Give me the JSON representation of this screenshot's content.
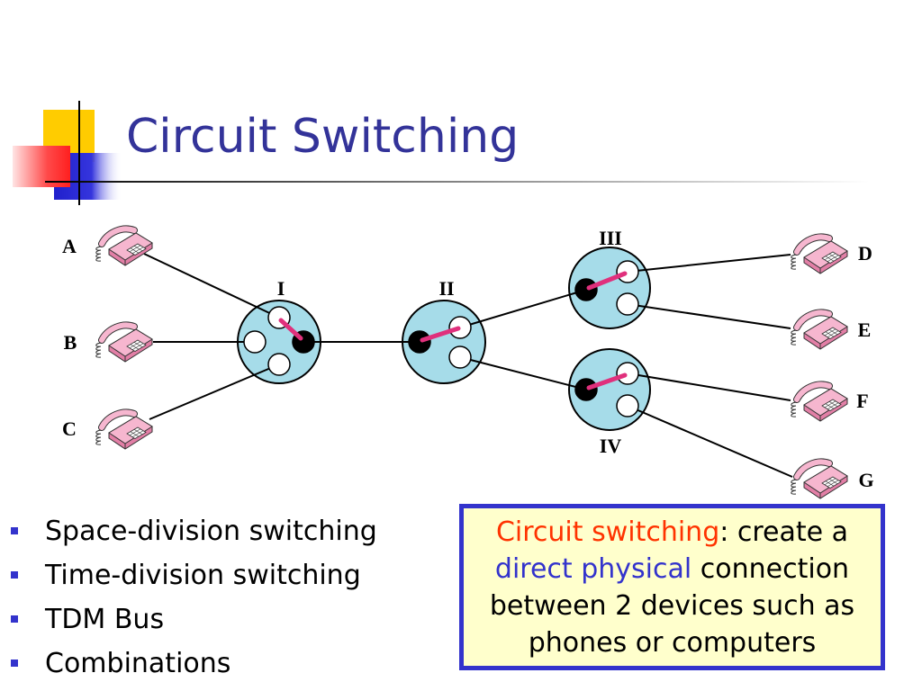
{
  "slide": {
    "title": "Circuit Switching"
  },
  "colors": {
    "title": "#333399",
    "highlight_red": "#ff3300",
    "highlight_blue": "#3333cc",
    "callout_bg": "#ffffcc",
    "switch_fill": "#a6dce9",
    "crosspoint": "#e0307c",
    "phone": "#f6b6cf"
  },
  "icons": {
    "phone": "telephone-icon",
    "bullet": "square-bullet-icon"
  },
  "diagram": {
    "phones": [
      {
        "label": "A"
      },
      {
        "label": "B"
      },
      {
        "label": "C"
      },
      {
        "label": "D"
      },
      {
        "label": "E"
      },
      {
        "label": "F"
      },
      {
        "label": "G"
      }
    ],
    "switches": [
      {
        "label": "I"
      },
      {
        "label": "II"
      },
      {
        "label": "III"
      },
      {
        "label": "IV"
      }
    ]
  },
  "bullets": [
    "Space-division switching",
    "Time-division switching",
    "TDM Bus",
    "Combinations"
  ],
  "callout": {
    "lines": [
      {
        "highlight": "Circuit switching",
        "text": ": create a"
      },
      {
        "highlight": "direct physical",
        "text": "connection"
      },
      {
        "text": "between 2 devices such as"
      },
      {
        "text": "phones or computers"
      }
    ]
  }
}
